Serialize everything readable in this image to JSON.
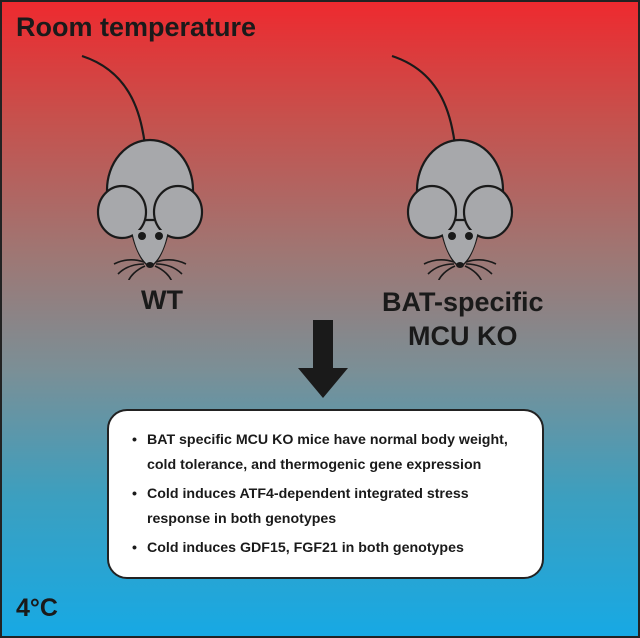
{
  "labels": {
    "top": "Room temperature",
    "bottom": "4°C",
    "wt": "WT",
    "ko_line1": "BAT-specific",
    "ko_line2": "MCU KO"
  },
  "summary": {
    "bullets": [
      {
        "line1": "BAT specific MCU KO mice have normal body weight,",
        "line2": "cold tolerance, and thermogenic gene expression"
      },
      {
        "line1": "Cold induces ATF4-dependent integrated stress",
        "line2": "response in both genotypes"
      },
      {
        "line1": "Cold induces GDF15, FGF21 in both genotypes",
        "line2": ""
      }
    ]
  },
  "colors": {
    "top_gradient": "#ee2a2f",
    "bottom_gradient": "#17a9e4",
    "mouse_body": "#a7a8ab",
    "outline": "#1a1a1a"
  },
  "icons": [
    "mouse-icon",
    "down-arrow-icon"
  ]
}
